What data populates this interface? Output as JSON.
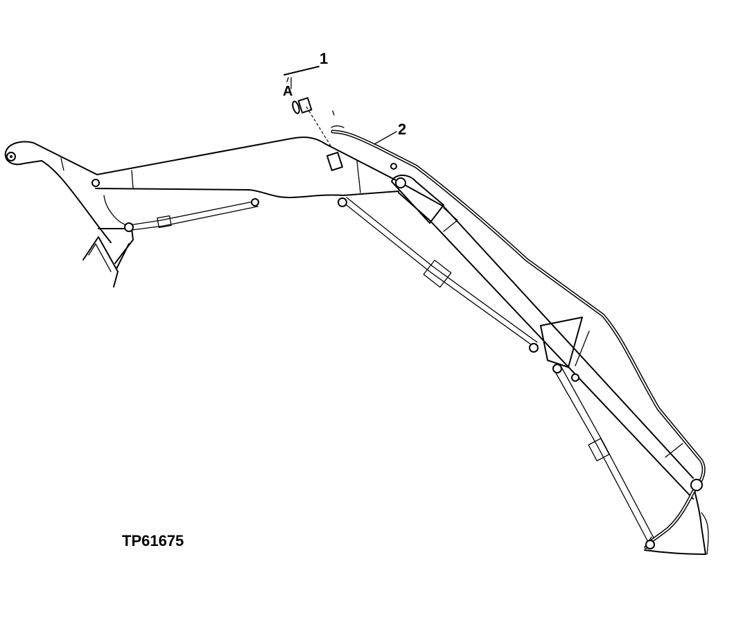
{
  "figure": {
    "callouts": [
      "1",
      "2",
      "A"
    ],
    "part_number": "TP61675"
  }
}
